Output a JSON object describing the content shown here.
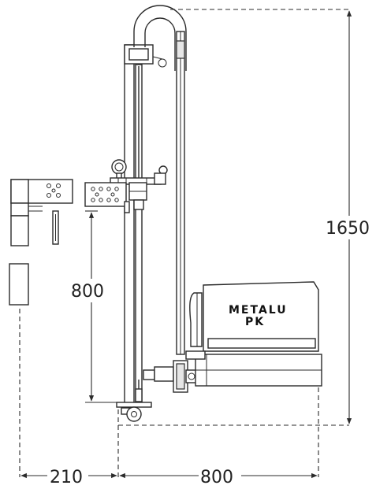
{
  "dimensions": {
    "height_total": "1650",
    "height_arm": "800",
    "width_base": "800",
    "width_offset": "210"
  },
  "brand": {
    "line1": "METALU",
    "line2": "PK"
  }
}
